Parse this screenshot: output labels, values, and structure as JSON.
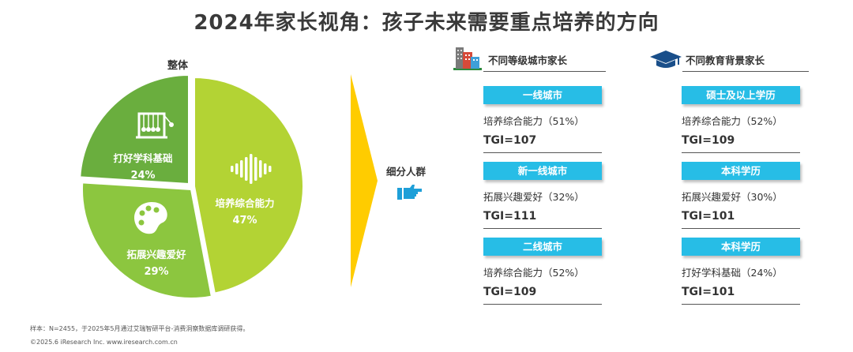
{
  "title": "2024年家长视角：孩子未来需要重点培养的方向",
  "chart_data": {
    "type": "pie",
    "title": "整体",
    "categories": [
      "培养综合能力",
      "拓展兴趣爱好",
      "打好学科基础"
    ],
    "values": [
      47,
      29,
      24
    ],
    "value_labels": [
      "47%",
      "29%",
      "24%"
    ],
    "colors": [
      "#b3d334",
      "#8cc63f",
      "#6aae3e"
    ],
    "icons": [
      "sound-wave-icon",
      "palette-icon",
      "newtons-cradle-icon"
    ]
  },
  "segment_label": "细分人群",
  "columns": [
    {
      "heading": "不同等级城市家长",
      "icon": "city-buildings-icon",
      "groups": [
        {
          "tag": "一线城市",
          "ability": "培养综合能力（51%）",
          "tgi": "TGI=107"
        },
        {
          "tag": "新一线城市",
          "ability": "拓展兴趣爱好（32%）",
          "tgi": "TGI=111"
        },
        {
          "tag": "二线城市",
          "ability": "培养综合能力（52%）",
          "tgi": "TGI=109"
        }
      ]
    },
    {
      "heading": "不同教育背景家长",
      "icon": "graduation-cap-icon",
      "groups": [
        {
          "tag": "硕士及以上学历",
          "ability": "培养综合能力（52%）",
          "tgi": "TGI=109"
        },
        {
          "tag": "本科学历",
          "ability": "拓展兴趣爱好（30%）",
          "tgi": "TGI=101"
        },
        {
          "tag": "本科学历",
          "ability": "打好学科基础（24%）",
          "tgi": "TGI=101"
        }
      ]
    }
  ],
  "footnote": "样本：N=2455，于2025年5月通过艾瑞智研平台-消费洞察数据库调研获得。",
  "copyright": "©2025.6 iResearch Inc. www.iresearch.com.cn"
}
